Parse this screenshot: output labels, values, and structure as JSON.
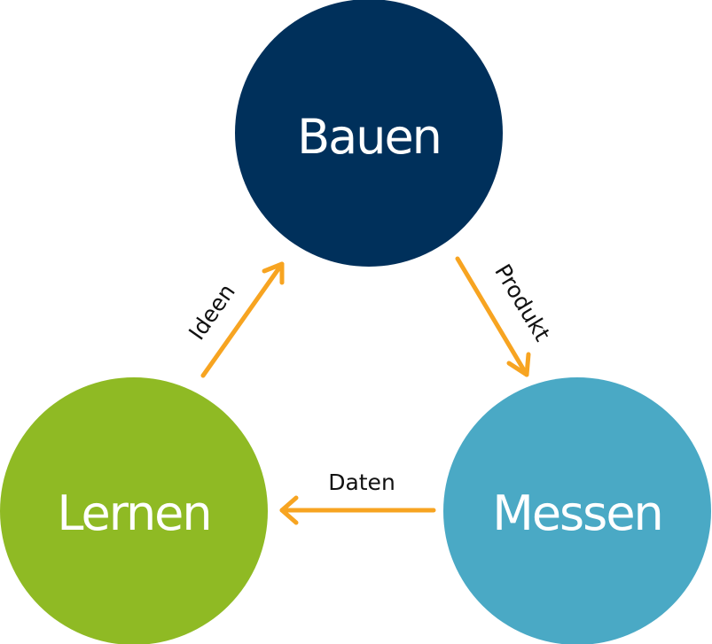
{
  "nodes": {
    "bauen": {
      "label": "Bauen",
      "color": "#00305b"
    },
    "messen": {
      "label": "Messen",
      "color": "#4aa9c5"
    },
    "lernen": {
      "label": "Lernen",
      "color": "#8fba24"
    }
  },
  "edges": {
    "bauen_to_messen": {
      "label": "Produkt"
    },
    "messen_to_lernen": {
      "label": "Daten"
    },
    "lernen_to_bauen": {
      "label": "Ideen"
    }
  },
  "arrow_color": "#f7a421"
}
